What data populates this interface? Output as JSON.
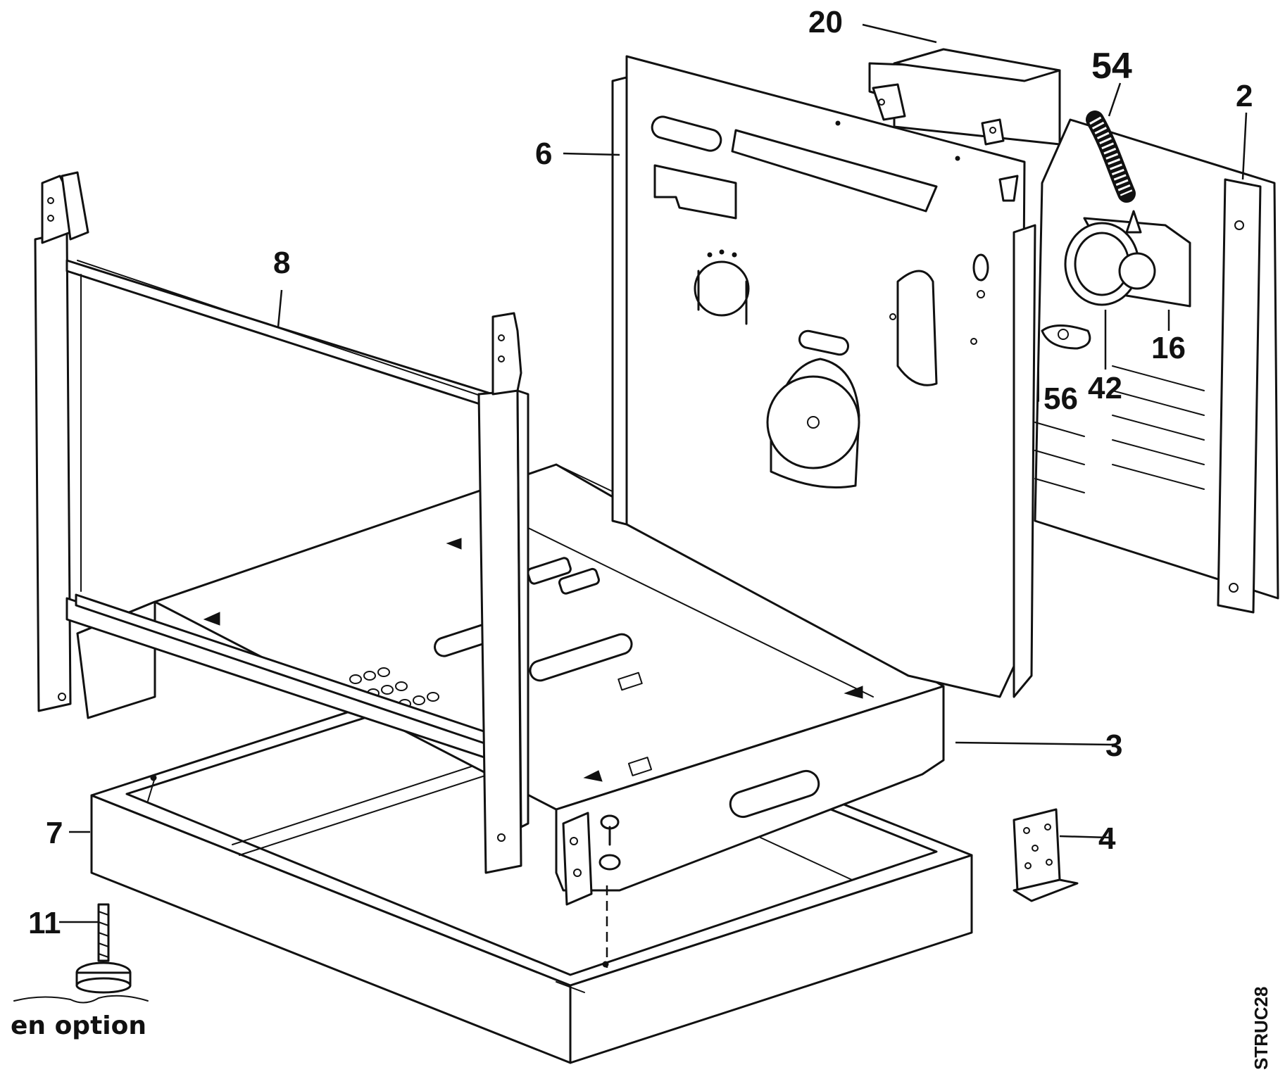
{
  "diagram": {
    "callouts": [
      {
        "id": "c20",
        "text": "20"
      },
      {
        "id": "c54",
        "text": "54"
      },
      {
        "id": "c2",
        "text": "2"
      },
      {
        "id": "c6",
        "text": "6"
      },
      {
        "id": "c8",
        "text": "8"
      },
      {
        "id": "c16",
        "text": "16"
      },
      {
        "id": "c56",
        "text": "56"
      },
      {
        "id": "c42",
        "text": "42"
      },
      {
        "id": "c3",
        "text": "3"
      },
      {
        "id": "c7",
        "text": "7"
      },
      {
        "id": "c4",
        "text": "4"
      },
      {
        "id": "c11",
        "text": "11"
      }
    ],
    "option_note": "en option",
    "drawing_code": "STRUC28"
  }
}
